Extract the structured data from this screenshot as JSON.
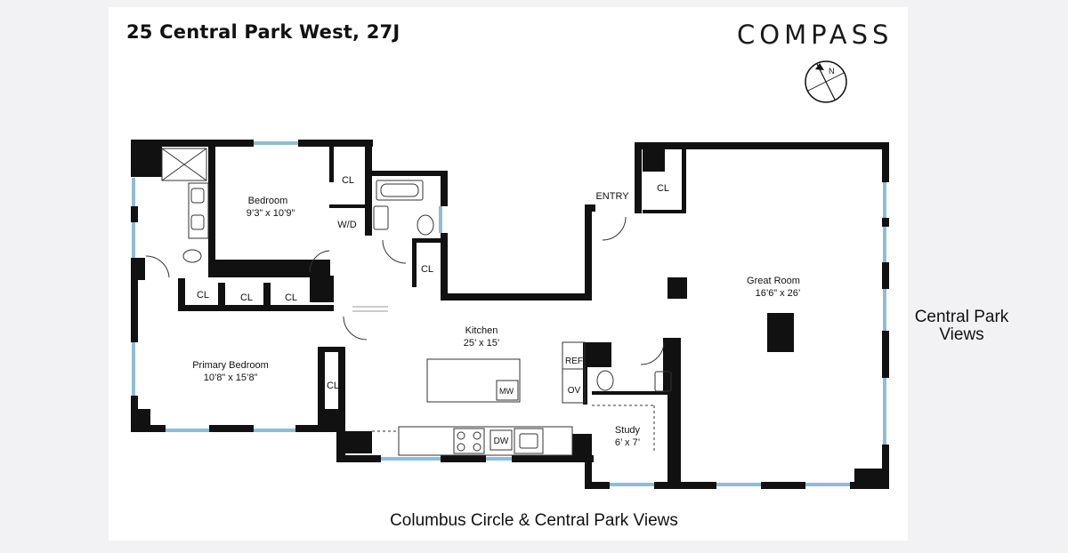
{
  "header": {
    "address": "25 Central Park West, 27J",
    "brand": "COMPASS"
  },
  "rooms": {
    "bedroom": {
      "name": "Bedroom",
      "dims": "9’3” x 10’9”"
    },
    "primary_bedroom": {
      "name": "Primary Bedroom",
      "dims": "10’8” x 15’8”"
    },
    "kitchen": {
      "name": "Kitchen",
      "dims": "25’ x 15’"
    },
    "great_room": {
      "name": "Great Room",
      "dims": "16’6” x 26’"
    },
    "study": {
      "name": "Study",
      "dims": "6’ x 7’"
    }
  },
  "labels": {
    "closet": "CL",
    "washer_dryer": "W/D",
    "entry": "ENTRY",
    "refrigerator": "REF",
    "oven": "OV",
    "microwave": "MW",
    "dishwasher": "DW"
  },
  "annotations": {
    "side_views": "Central Park Views",
    "bottom_views": "Columbus Circle & Central Park Views"
  },
  "colors": {
    "wall": "#111111",
    "window": "#8fbcd6",
    "background": "#f2f2f4",
    "sheet": "#ffffff"
  },
  "compass_direction": "N"
}
